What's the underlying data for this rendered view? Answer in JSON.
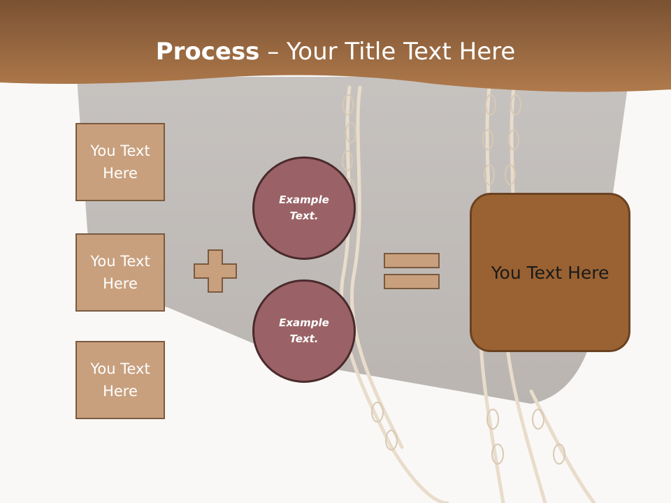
{
  "title": {
    "bold": "Process",
    "rest": " – Your Title Text Here"
  },
  "left_boxes": [
    "You Text Here",
    "You Text Here",
    "You Text Here"
  ],
  "circles": [
    "Example Text.",
    "Example Text."
  ],
  "result": "You Text Here",
  "colors": {
    "header": "#a06e44",
    "box_fill": "#c8a07e",
    "circle_fill": "#9a6266",
    "result_fill": "#9a6232",
    "background": "#faf8f6"
  },
  "icons": {
    "plus": "plus-icon",
    "equals": "equals-icon"
  }
}
